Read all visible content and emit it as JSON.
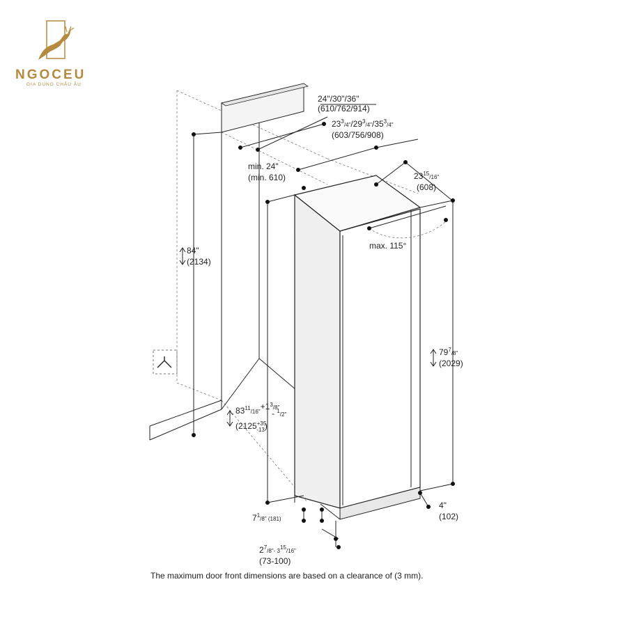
{
  "brand": {
    "name": "NGOCEU",
    "tagline": "GIA DỤNG CHÂU ÂU",
    "color": "#b58a3e"
  },
  "labels": {
    "niche_width_in": "24\"/30\"/36\"",
    "niche_width_mm": "(610/762/914)",
    "width_in_a": "23",
    "width_in_a_sup": "3",
    "width_in_a_den": "/4\"",
    "width_in_b": "/29",
    "width_in_b_sup": "3",
    "width_in_b_den": "/4\"",
    "width_in_c": "/35",
    "width_in_c_sup": "3",
    "width_in_c_den": "/4\"",
    "width_mm": "(603/756/908)",
    "min_depth_in": "min. 24\"",
    "min_depth_mm": "(min. 610)",
    "depth_in": "23",
    "depth_in_sup": "15",
    "depth_in_den": "/16\"",
    "depth_mm": "(608)",
    "max_angle": "max. 115°",
    "niche_height_in": "84\"",
    "niche_height_mm": "(2134)",
    "height_in": "79",
    "height_in_sup": "7",
    "height_in_den": "/8\"",
    "height_mm": "(2029)",
    "inst_height_in": "83",
    "inst_height_in_sup": "11",
    "inst_height_in_den": "/16\"",
    "inst_tol_plus": "+1",
    "inst_tol_plus_sup": "3",
    "inst_tol_plus_den": "/8\"",
    "inst_tol_minus": "- ",
    "inst_tol_minus_sup": "1",
    "inst_tol_minus_den": "/2\"",
    "inst_height_mm": "(2125",
    "inst_height_mm_plus": "+35",
    "inst_height_mm_minus": "-13",
    "inst_height_mm_close": ")",
    "plinth_in": "7",
    "plinth_in_sup": "1",
    "plinth_in_den": "/8\" (181)",
    "base_range_in_a": "2",
    "base_range_in_a_sup": "7",
    "base_range_in_a_den": "/8\"- 3",
    "base_range_in_b_sup": "15",
    "base_range_in_b_den": "/16\"",
    "base_range_mm": "(73-100)",
    "foot_in": "4\"",
    "foot_mm": "(102)"
  },
  "caption": "The maximum door front dimensions are based on a clearance of (3 mm)."
}
